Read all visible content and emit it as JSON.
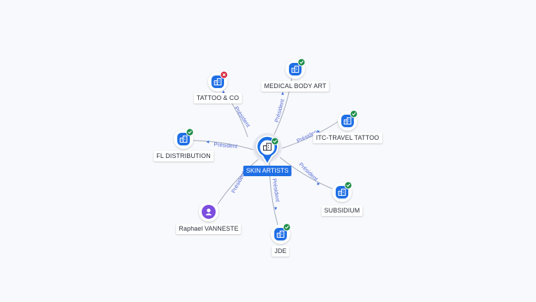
{
  "colors": {
    "accent": "#1f6fe5",
    "edge": "#9ea7b8",
    "edge_label": "#5a6fd6",
    "status_ok": "#1e8e4a",
    "status_closed": "#d7263d",
    "person": "#7c4dde",
    "background": "#f8f9fc"
  },
  "graph": {
    "center": {
      "name": "SKIN ARTISTS",
      "icon": "building-icon",
      "status": "active"
    },
    "edge_label": "Président",
    "nodes": [
      {
        "id": "tattoo-co",
        "name": "TATTOO & CO",
        "type": "company",
        "status": "closed",
        "icon": "building-icon"
      },
      {
        "id": "medical-body-art",
        "name": "MEDICAL BODY ART",
        "type": "company",
        "status": "active",
        "icon": "building-icon"
      },
      {
        "id": "itc-travel-tattoo",
        "name": "ITC-TRAVEL TATTOO",
        "type": "company",
        "status": "active",
        "icon": "building-icon"
      },
      {
        "id": "fl-distribution",
        "name": "FL DISTRIBUTION",
        "type": "company",
        "status": "active",
        "icon": "building-icon"
      },
      {
        "id": "subsidium",
        "name": "SUBSIDIUM",
        "type": "company",
        "status": "active",
        "icon": "building-icon"
      },
      {
        "id": "raphael-vanneste",
        "name": "Raphael VANNESTE",
        "type": "person",
        "status": "",
        "icon": "person-icon"
      },
      {
        "id": "jde",
        "name": "JDE",
        "type": "company",
        "status": "active",
        "icon": "building-icon"
      }
    ]
  }
}
